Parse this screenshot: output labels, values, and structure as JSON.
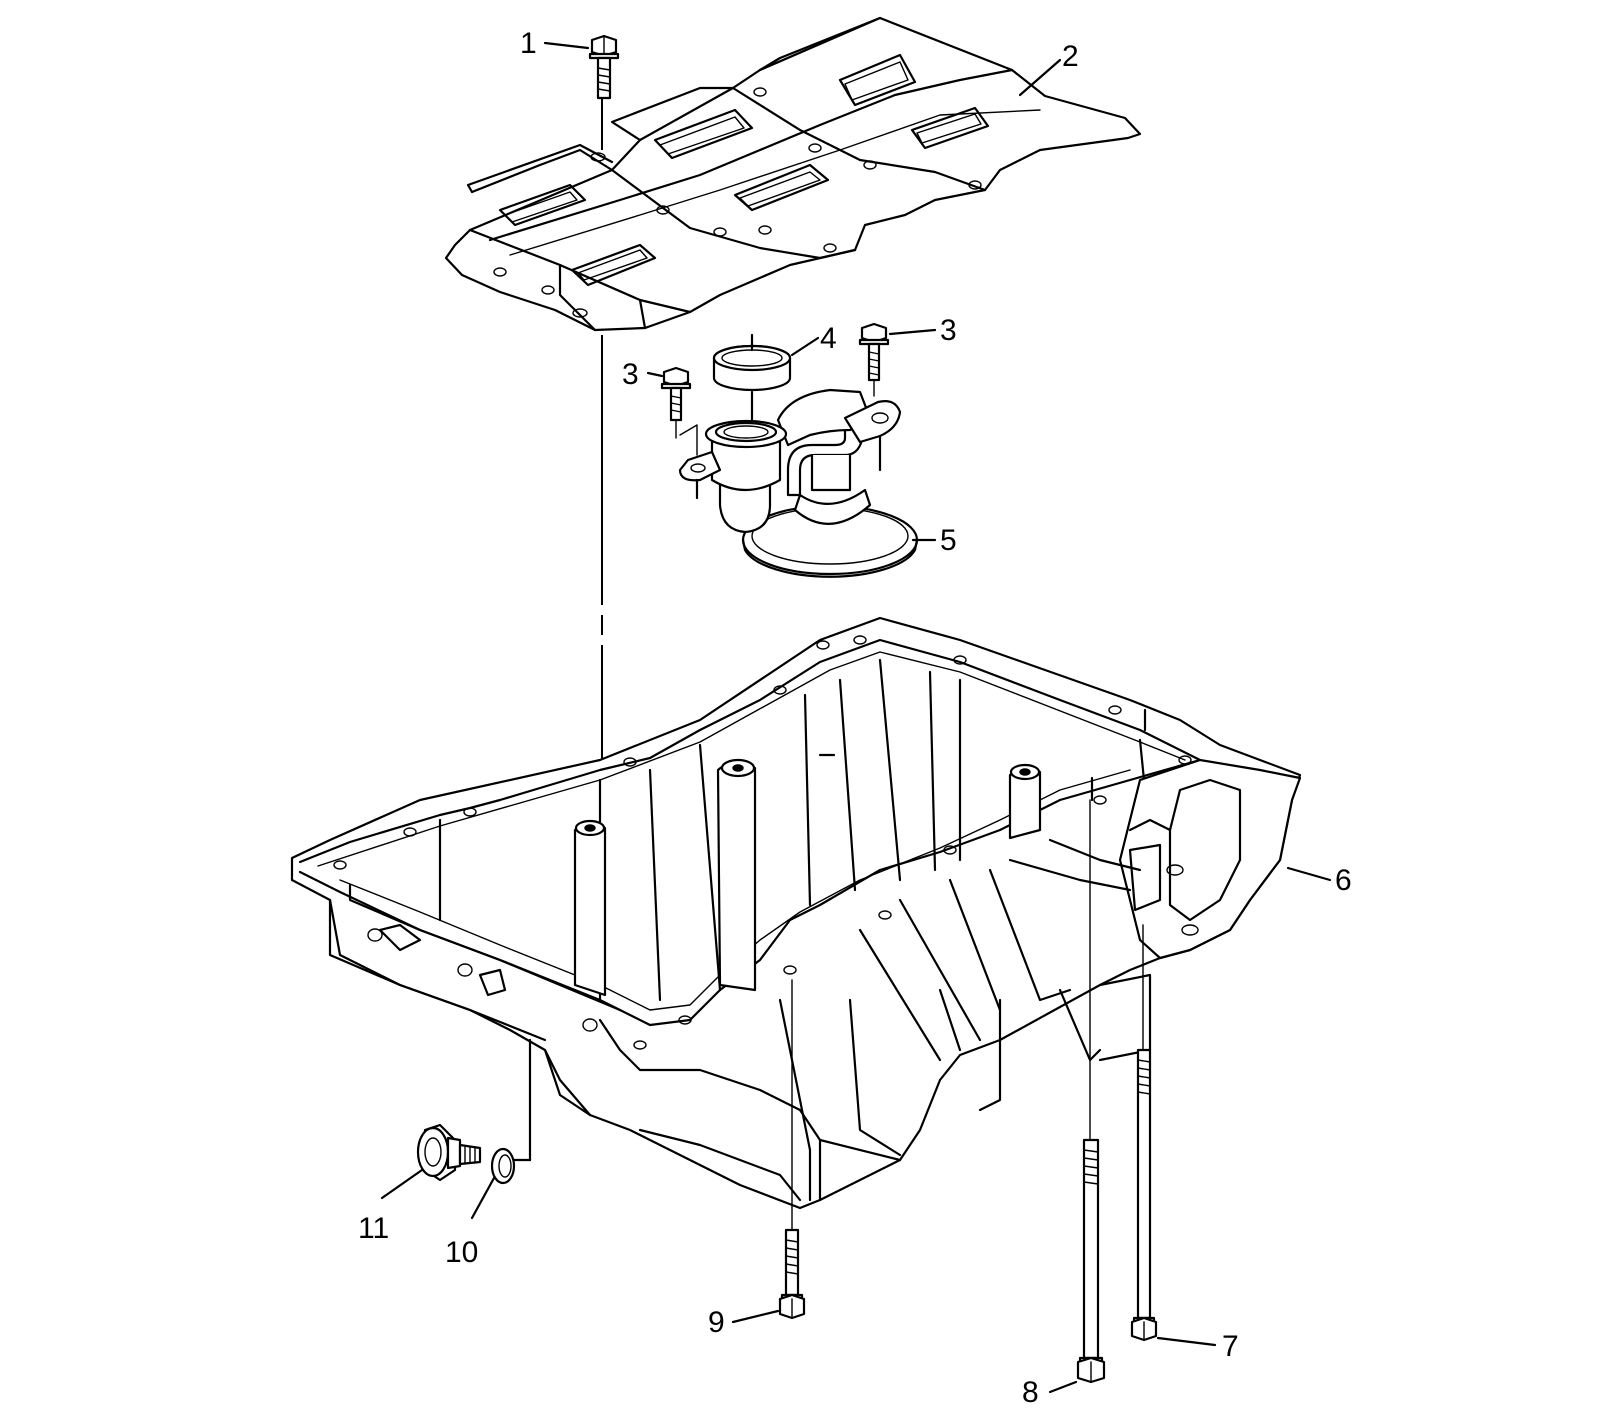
{
  "callouts": [
    {
      "id": "c1",
      "text": "1"
    },
    {
      "id": "c2",
      "text": "2"
    },
    {
      "id": "c3a",
      "text": "3"
    },
    {
      "id": "c3b",
      "text": "3"
    },
    {
      "id": "c4",
      "text": "4"
    },
    {
      "id": "c5",
      "text": "5"
    },
    {
      "id": "c6",
      "text": "6"
    },
    {
      "id": "c7",
      "text": "7"
    },
    {
      "id": "c8",
      "text": "8"
    },
    {
      "id": "c9",
      "text": "9"
    },
    {
      "id": "c10",
      "text": "10"
    },
    {
      "id": "c11",
      "text": "11"
    }
  ]
}
